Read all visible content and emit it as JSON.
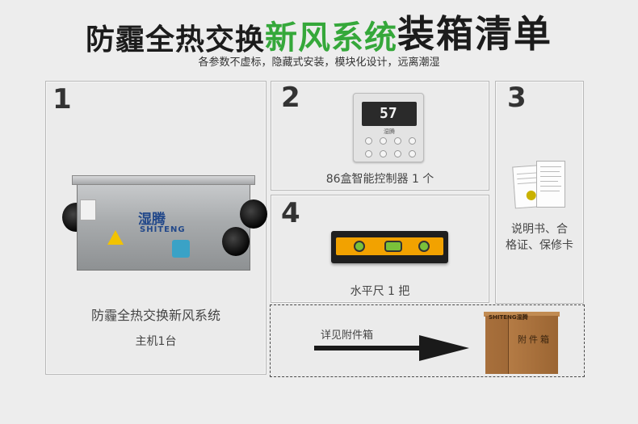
{
  "header": {
    "title_part1": "防霾全热交换",
    "title_part2": "新风系统",
    "title_part3": "装箱清单",
    "subtitle": "各参数不虚标，隐藏式安装，模块化设计，远离潮湿"
  },
  "items": [
    {
      "number": "1",
      "name": "防霾全热交换新风系统",
      "quantity": "主机1台",
      "brand_cn": "湿腾",
      "brand_en": "SHITENG"
    },
    {
      "number": "2",
      "label": "86盒智能控制器 1 个",
      "display": "57",
      "logo": "湿腾"
    },
    {
      "number": "3",
      "label_line1": "说明书、合",
      "label_line2": "格证、保修卡"
    },
    {
      "number": "4",
      "label": "水平尺 1 把"
    }
  ],
  "note": {
    "text": "详见附件箱",
    "box_brand": "SHITENG湿腾",
    "box_text": "附件箱"
  },
  "colors": {
    "green_accent": "#35a83a",
    "dark_text": "#1c1c1c",
    "background": "#ededed"
  }
}
